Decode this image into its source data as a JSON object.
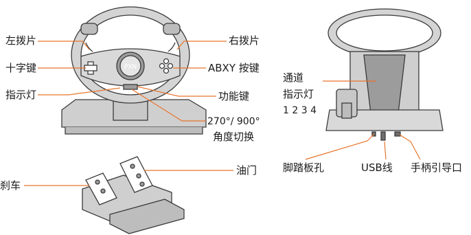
{
  "wheel_labels": {
    "left_paddle": "左拨片",
    "dpad": "十字键",
    "indicator": "指示灯",
    "right_paddle": "右拨片",
    "abxy": "ABXY 按键",
    "function_key": "功能键",
    "angle_switch_line1": "270°/ 900°",
    "angle_switch_line2": "角度切换"
  },
  "back_labels": {
    "channel_line1": "通道",
    "channel_line2": "指示灯",
    "channel_numbers": "1 2 3 4",
    "pedal_port": "脚踏板孔",
    "usb_cable": "USB线",
    "handle_port": "手柄引导口"
  },
  "pedal_labels": {
    "brake": "刹车",
    "throttle": "油门"
  },
  "logo_text": "PXN",
  "colors": {
    "line_art": "#3a3a3a",
    "callout": "#e8742a",
    "wheel_fill": "#d9d9d9",
    "wheel_dark": "#9c9c9c",
    "white": "#ffffff"
  }
}
